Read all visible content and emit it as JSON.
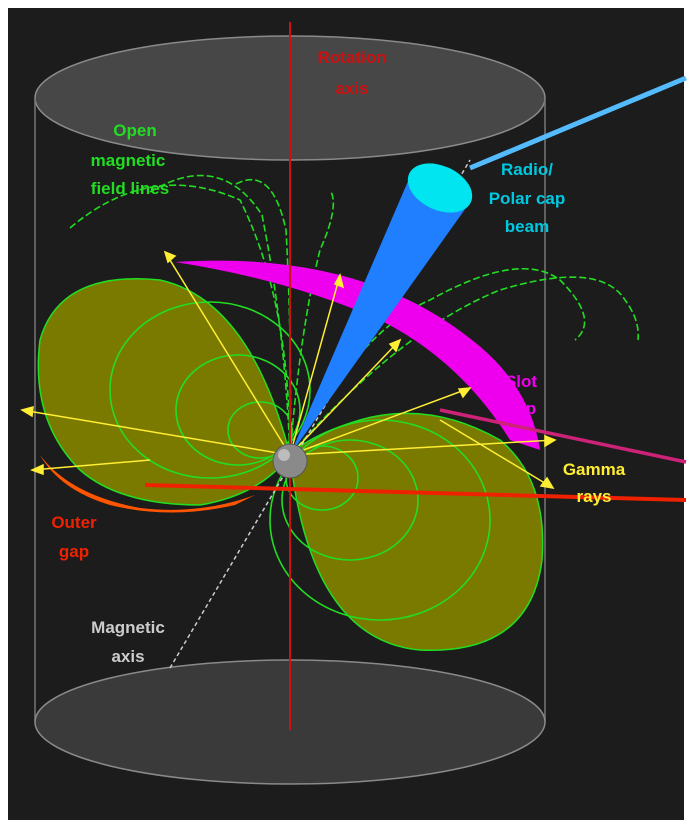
{
  "labels": {
    "rotation_axis_1": "Rotation",
    "rotation_axis_2": "axis",
    "open_field_1": "Open",
    "open_field_2": "magnetic",
    "open_field_3": "field lines",
    "radio_beam_1": "Radio/",
    "radio_beam_2": "Polar cap",
    "radio_beam_3": "beam",
    "slot_gap_1": "Slot",
    "slot_gap_2": "gap",
    "gamma_rays_1": "Gamma",
    "gamma_rays_2": "rays",
    "outer_gap_1": "Outer",
    "outer_gap_2": "gap",
    "magnetic_axis_1": "Magnetic",
    "magnetic_axis_2": "axis"
  },
  "colors": {
    "background": "#1c1c1c",
    "rotation_axis": "#cc1111",
    "magnetic_axis": "#cccccc",
    "field_lines": "#22dd22",
    "lobe_fill": "#7a7a00",
    "slot_gap": "#ee00ee",
    "outer_gap": "#ff5500",
    "radio_beam": "#1f7fff",
    "beam_cap": "#00e5f0",
    "gamma": "#ffee33",
    "pointer_blue": "#55bbff",
    "pointer_magenta": "#cc2277",
    "pointer_red": "#ee2200"
  }
}
